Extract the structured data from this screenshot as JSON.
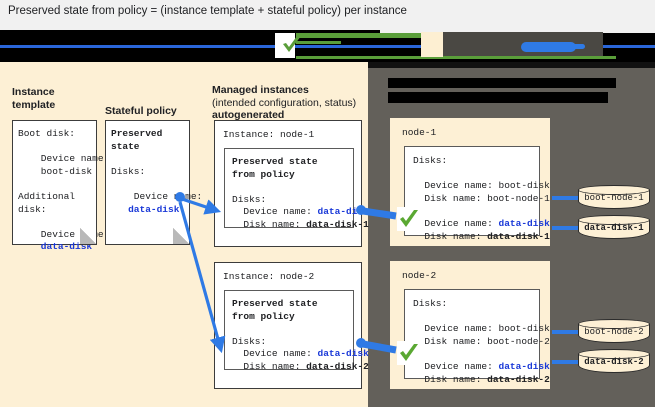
{
  "caption": "Preserved state from policy = (instance template + stateful policy) per instance",
  "colors": {
    "canvas": "#fdf0d5",
    "dark_panel": "#63605a",
    "accent_blue": "#1a39d8",
    "connector_blue": "#2f7ae5",
    "check_green": "#5a9e3a",
    "page_bg": "#f1f1f1"
  },
  "header_band": {
    "note": "obscured/redacted banner strip",
    "check_icon": "green-check-icon"
  },
  "columns": {
    "instance_template": {
      "heading_line1": "Instance",
      "heading_line2": "template",
      "card": {
        "lines": [
          {
            "text": "Boot disk:",
            "style": "plain"
          },
          {
            "text": "",
            "style": "plain"
          },
          {
            "text": "  Device name:",
            "style": "plain"
          },
          {
            "text": "    boot-disk",
            "style": "plain"
          },
          {
            "text": "",
            "style": "plain"
          },
          {
            "text": "Additional",
            "style": "plain"
          },
          {
            "text": "disk:",
            "style": "plain"
          },
          {
            "text": "",
            "style": "plain"
          },
          {
            "text": "  Device name:",
            "style": "plain"
          },
          {
            "text": "    data-disk",
            "style": "blue-bold"
          }
        ]
      }
    },
    "stateful_policy": {
      "heading_line1": "Stateful policy",
      "heading_line2": "",
      "card": {
        "lines": [
          {
            "text": "Preserved",
            "style": "bold"
          },
          {
            "text": "state",
            "style": "bold"
          },
          {
            "text": "",
            "style": "plain"
          },
          {
            "text": "Disks:",
            "style": "plain"
          },
          {
            "text": "",
            "style": "plain"
          },
          {
            "text": "  Device name:",
            "style": "plain"
          },
          {
            "text": "   data-disk",
            "style": "blue-bold"
          }
        ]
      }
    },
    "managed_instances": {
      "heading_line1": "Managed instances",
      "heading_line2": "(intended configuration, status)",
      "heading_line3": "autogenerated",
      "instances": [
        {
          "title": "Instance: node-1",
          "inner": {
            "title_line1": "Preserved state",
            "title_line2": "from policy",
            "disks_label": "Disks:",
            "device_label": "  Device name: ",
            "device_value": "data-disk",
            "disk_label": "  Disk name: ",
            "disk_value": "data-disk-1"
          }
        },
        {
          "title": "Instance: node-2",
          "inner": {
            "title_line1": "Preserved state",
            "title_line2": "from policy",
            "disks_label": "Disks:",
            "device_label": "  Device name: ",
            "device_value": "data-disk",
            "disk_label": "  Disk name: ",
            "disk_value": "data-disk-2"
          }
        }
      ]
    },
    "actual_state": {
      "heading_redacted_line1": "",
      "heading_redacted_line2": "",
      "nodes": [
        {
          "name": "node-1",
          "disks_label": "Disks:",
          "boot_device_label": "  Device name: ",
          "boot_device_value": "boot-disk",
          "boot_disk_label": "  Disk name: ",
          "boot_disk_value": "boot-node-1",
          "data_device_label": "  Device name: ",
          "data_device_value": "data-disk",
          "data_disk_label": "  Disk name: ",
          "data_disk_value": "data-disk-1",
          "check_icon": "green-check-icon"
        },
        {
          "name": "node-2",
          "disks_label": "Disks:",
          "boot_device_label": "  Device name: ",
          "boot_device_value": "boot-disk",
          "boot_disk_label": "  Disk name: ",
          "boot_disk_value": "boot-node-2",
          "data_device_label": "  Device name: ",
          "data_device_value": "data-disk",
          "data_disk_label": "  Disk name: ",
          "data_disk_value": "data-disk-2",
          "check_icon": "green-check-icon"
        }
      ]
    },
    "disks": [
      {
        "label": "boot-node-1"
      },
      {
        "label": "data-disk-1"
      },
      {
        "label": "boot-node-2"
      },
      {
        "label": "data-disk-2"
      }
    ]
  }
}
